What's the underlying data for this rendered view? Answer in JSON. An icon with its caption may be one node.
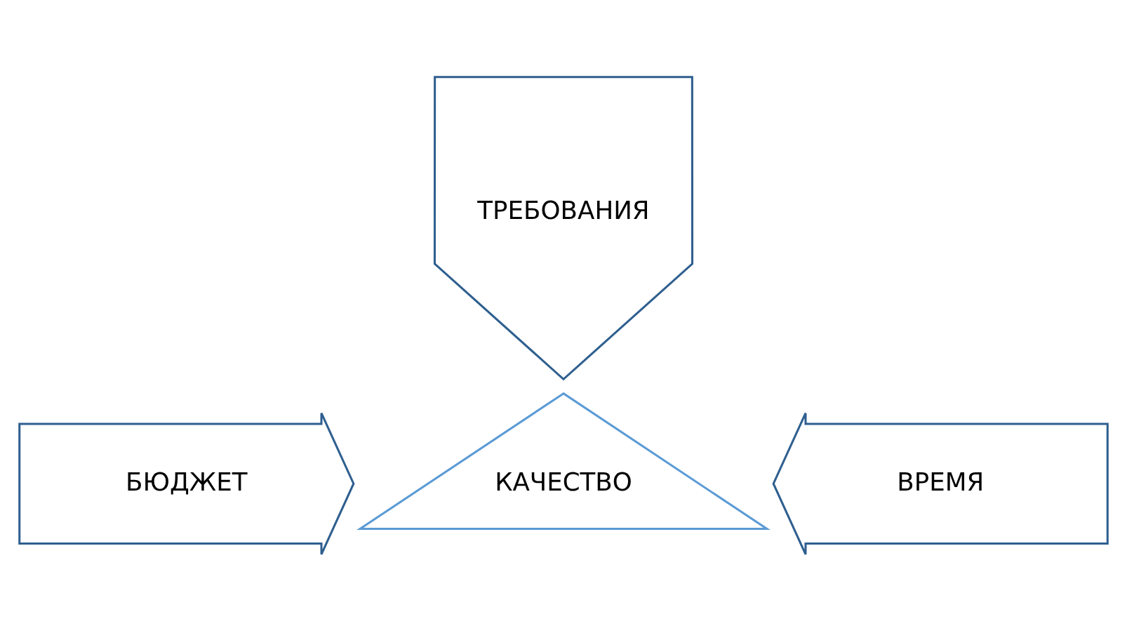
{
  "diagram": {
    "nodes": [
      {
        "text": [
          "ТРЕБОВАНИЯ"
        ]
      },
      {
        "text": [
          "КАЧЕСТВО"
        ]
      },
      {
        "text": [
          "БЮДЖЕТ"
        ]
      },
      {
        "text": [
          "ВРЕМЯ"
        ]
      }
    ]
  }
}
